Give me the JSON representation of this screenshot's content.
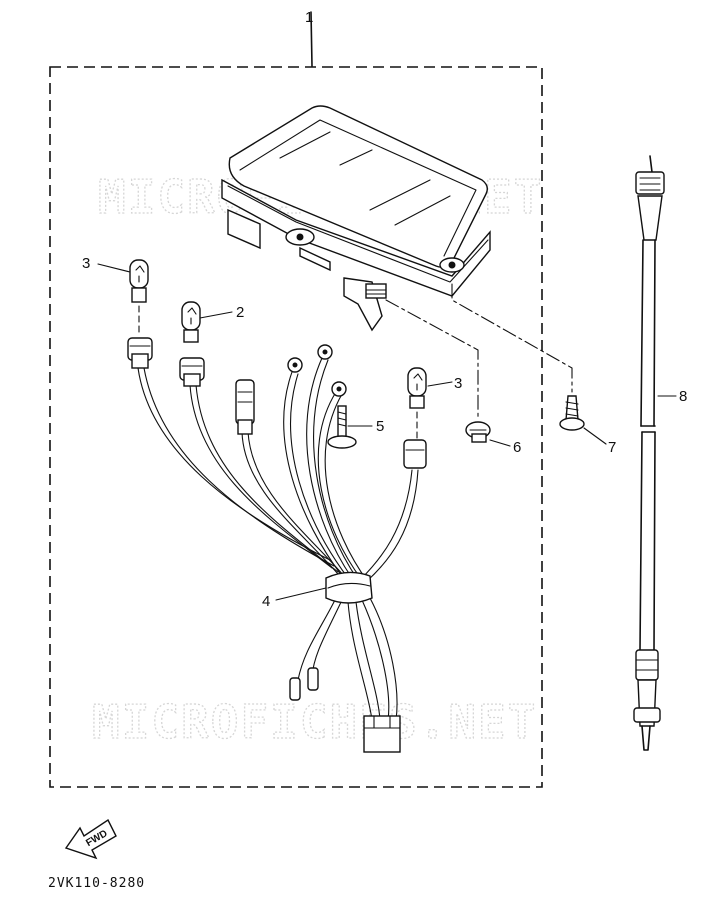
{
  "watermark": "MICROFICHES.NET",
  "diagram_code": "2VK110-8280",
  "direction_label": "FWD",
  "callouts": [
    {
      "id": "1",
      "text": "1"
    },
    {
      "id": "2",
      "text": "2"
    },
    {
      "id": "3a",
      "text": "3"
    },
    {
      "id": "3b",
      "text": "3"
    },
    {
      "id": "4",
      "text": "4"
    },
    {
      "id": "5",
      "text": "5"
    },
    {
      "id": "6",
      "text": "6"
    },
    {
      "id": "7",
      "text": "7"
    },
    {
      "id": "8",
      "text": "8"
    }
  ]
}
